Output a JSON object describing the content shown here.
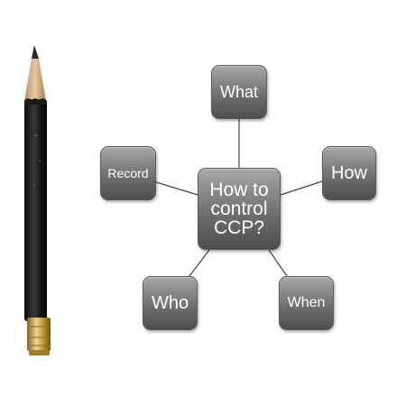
{
  "diagram": {
    "center": {
      "label": "How to control CCP?"
    },
    "branches": [
      {
        "id": "what",
        "label": "What"
      },
      {
        "id": "how",
        "label": "How"
      },
      {
        "id": "record",
        "label": "Record"
      },
      {
        "id": "who",
        "label": "Who"
      },
      {
        "id": "when",
        "label": "When"
      }
    ]
  },
  "colors": {
    "node_fill_top": "#a9a9a9",
    "node_fill_bottom": "#4e4e4e",
    "node_text": "#ffffff",
    "connector": "#444444",
    "pencil_body": "#1e1e1e",
    "pencil_ferrule": "#c9a94a",
    "pencil_wood": "#d9b98a"
  },
  "image": {
    "illustration": "pencil"
  }
}
